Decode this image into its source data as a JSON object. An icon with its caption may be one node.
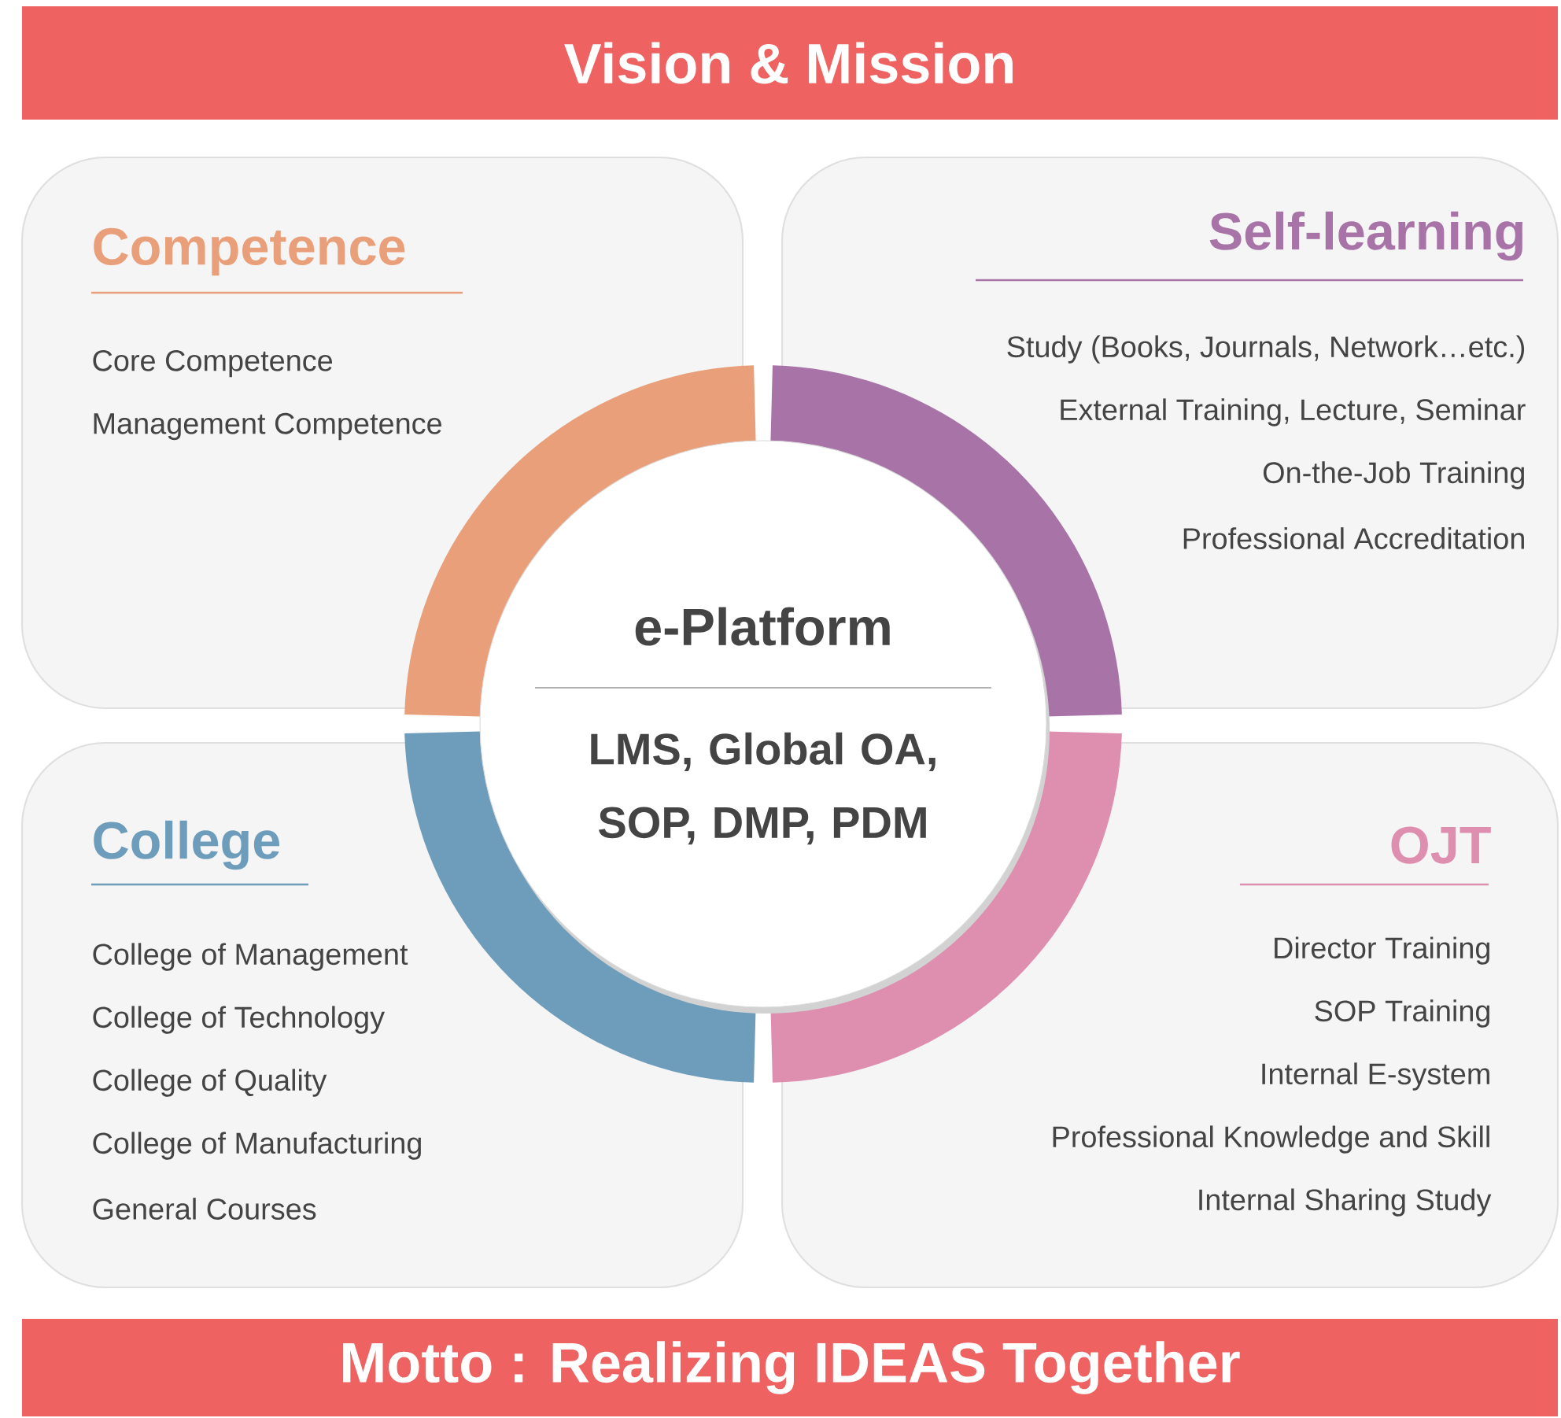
{
  "diagram": {
    "nodes": [
      {
        "text": [
          "Vision & Mission"
        ]
      },
      {
        "text": [
          "Competence",
          "Core Competence",
          "Management Competence"
        ]
      },
      {
        "text": [
          "Self-learning",
          "Study (Books, Journals, Network…etc.)",
          "External Training, Lecture, Seminar",
          "On-the-Job Training",
          "Professional Accreditation"
        ]
      },
      {
        "text": [
          "College",
          "College of Management",
          "College of Technology",
          "College of Quality",
          "College of Manufacturing",
          "General Courses"
        ]
      },
      {
        "text": [
          "OJT",
          "Director Training",
          "SOP Training",
          "Internal E-system",
          "Professional Knowledge and Skill",
          "Internal Sharing Study"
        ]
      },
      {
        "text": [
          "e-Platform",
          "LMS, Global OA, SOP, DMP, PDM"
        ]
      },
      {
        "text": [
          "Motto : Realizing IDEAS Together"
        ]
      }
    ]
  }
}
